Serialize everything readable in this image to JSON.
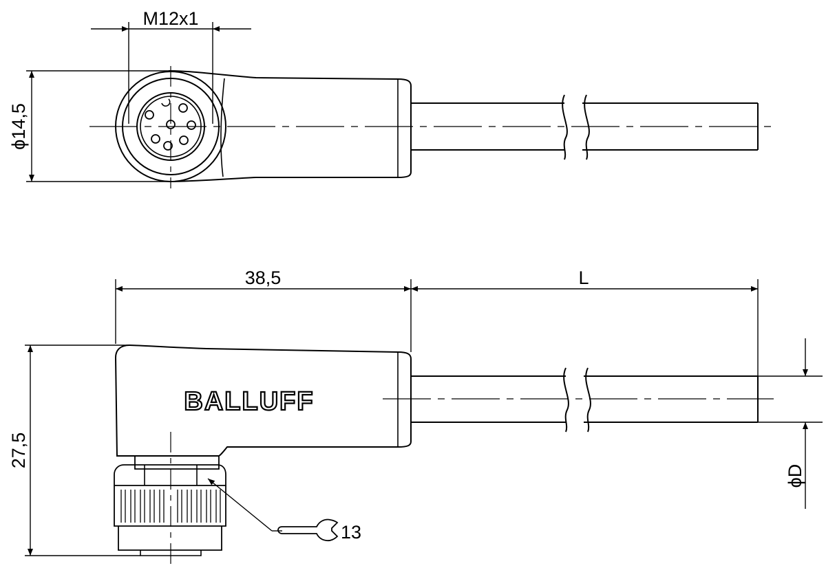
{
  "drawing": {
    "dimensions": {
      "thread": "M12x1",
      "diameter_head": "ϕ14,5",
      "body_length": "38,5",
      "cable_length": "L",
      "height": "27,5",
      "cable_diameter": "ϕD",
      "wrench_size": "13"
    },
    "brand": "BALLUFF"
  }
}
